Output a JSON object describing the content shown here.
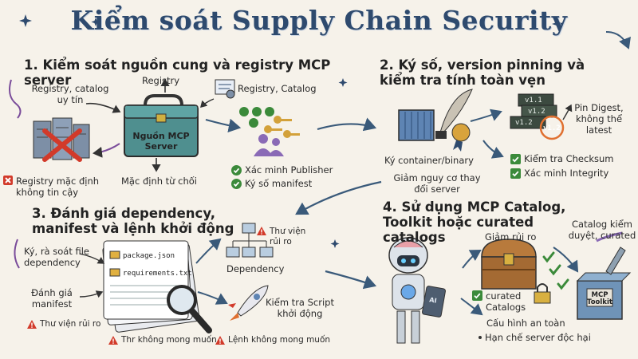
{
  "title": "Kiểm soát Supply Chain Security",
  "s1": {
    "heading": "1. Kiểm soát nguồn cung và registry MCP server",
    "registry_catalog_trusted": "Registry, catalog uy tín",
    "registry": "Registry",
    "registry_catalog": "Registry, Catalog",
    "box_label": "Nguồn MCP Server",
    "default_deny": "Mặc định từ chối",
    "default_untrusted": "Registry mặc định không tin cậy",
    "verify_publisher": "Xác minh Publisher",
    "sign_manifest": "Ký số manifest"
  },
  "s2": {
    "heading": "2. Ký số, version pinning và kiểm tra tính toàn vẹn",
    "sign_container": "Ký container/binary",
    "reduce_risk": "Giảm nguy cơ thay đổi server",
    "pin_digest": "Pin Digest, không thể latest",
    "checksum": "Kiểm tra Checksum",
    "integrity": "Xác minh Integrity",
    "versions": [
      "v1.1",
      "v1.2",
      "v1.2",
      "v1.2"
    ]
  },
  "s3": {
    "heading": "3. Đánh giá dependency, manifest và lệnh khởi động",
    "sign_review": "Ký, rà soát file dependency",
    "eval_manifest": "Đánh giá manifest",
    "risky_lib_left": "Thư viện rủi ro",
    "unwanted": "Thr không mong muốn",
    "files": [
      "package.json",
      "requirements.txt"
    ],
    "risky_lib_top": "Thư viện rủi ro",
    "dependency": "Dependency",
    "check_script": "Kiểm tra Script khởi động",
    "unwanted_cmd": "Lệnh không mong muốn"
  },
  "s4": {
    "heading": "4. Sử dụng MCP Catalog, Toolkit hoặc curated catalogs",
    "reduce_risk": "Giảm rủi ro",
    "catalog_reviewed": "Catalog kiểm duyệt, curated",
    "curated": "curated Catalogs",
    "safe_config": "Cấu hình an toàn",
    "limit_server": "Hạn chế server độc hại",
    "toolkit_label": "MCP Toolkit",
    "robot_label": "AI"
  },
  "colors": {
    "title": "#2e4a6e",
    "green": "#3b8a3a",
    "red": "#d23a2a",
    "teal": "#3f8f92",
    "navy": "#2e4a6e",
    "wood": "#a46a33"
  }
}
